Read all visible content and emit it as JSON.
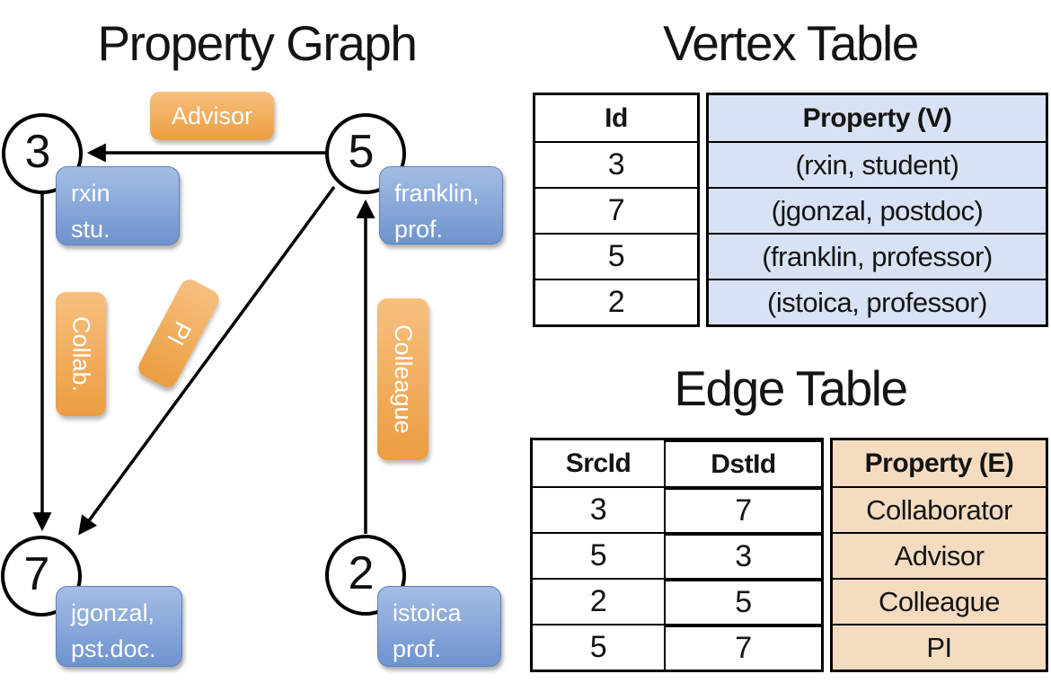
{
  "graph": {
    "title": "Property Graph",
    "nodes": [
      {
        "id": "3",
        "label": "rxin\nstu."
      },
      {
        "id": "5",
        "label": "franklin,\nprof."
      },
      {
        "id": "7",
        "label": "jgonzal,\npst.doc."
      },
      {
        "id": "2",
        "label": "istoica\nprof."
      }
    ],
    "edge_labels": {
      "advisor": "Advisor",
      "collab": "Collab.",
      "pi": "PI",
      "colleague": "Colleague"
    }
  },
  "vertex_table": {
    "title": "Vertex Table",
    "columns": {
      "id": "Id",
      "property": "Property (V)"
    },
    "rows": [
      {
        "id": "3",
        "property": "(rxin, student)"
      },
      {
        "id": "7",
        "property": "(jgonzal, postdoc)"
      },
      {
        "id": "5",
        "property": "(franklin, professor)"
      },
      {
        "id": "2",
        "property": "(istoica, professor)"
      }
    ]
  },
  "edge_table": {
    "title": "Edge Table",
    "columns": {
      "src": "SrcId",
      "dst": "DstId",
      "property": "Property (E)"
    },
    "rows": [
      {
        "src": "3",
        "dst": "7",
        "property": "Collaborator"
      },
      {
        "src": "5",
        "dst": "3",
        "property": "Advisor"
      },
      {
        "src": "2",
        "dst": "5",
        "property": "Colleague"
      },
      {
        "src": "5",
        "dst": "7",
        "property": "PI"
      }
    ]
  },
  "colors": {
    "vertex_box_top": "#a5bde4",
    "vertex_box_bottom": "#6e93ce",
    "edge_label_top": "#f7c07f",
    "edge_label_bottom": "#eb9d40",
    "vertex_property_bg": "#d9e1f4",
    "edge_property_bg": "#f5dcc1",
    "stroke": "#000000"
  }
}
